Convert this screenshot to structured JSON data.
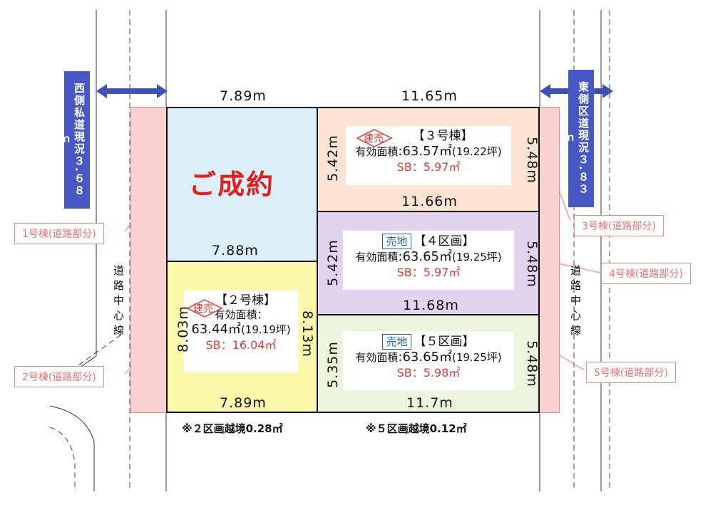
{
  "labels": {
    "west_road": "西側私道現況３.６８ｍ",
    "east_road": "東側区道現況３.８３ｍ",
    "center_line_left": "道路中心線",
    "center_line_right": "道路中心線"
  },
  "lot1": {
    "sold_text": "ご成約",
    "top_dim": "7.89m",
    "bottom_dim": "7.88m"
  },
  "lot2": {
    "badge": "建売",
    "title": "【２号棟】",
    "area_label": "有効面積：",
    "area_value": "63.44㎡",
    "area_tsubo": "(19.19坪)",
    "sb": "SB：16.04㎡",
    "left_dim": "8.03m",
    "right_dim": "8.13m",
    "bottom_dim": "7.89m"
  },
  "lot3": {
    "badge": "建売",
    "title": "【３号棟】",
    "area_label": "有効面積",
    "area_value": ":63.57㎡",
    "area_tsubo": "(19.22坪)",
    "sb": "SB：5.97㎡",
    "top_dim": "11.65m",
    "left_dim": "5.42m",
    "right_dim": "5.48m",
    "bottom_dim": "11.66m"
  },
  "lot4": {
    "badge": "売地",
    "title": "【４区画】",
    "area_label": "有効面積",
    "area_value": ":63.65㎡",
    "area_tsubo": "(19.25坪)",
    "sb": "SB：5.97㎡",
    "left_dim": "5.42m",
    "right_dim": "5.48m",
    "bottom_dim": "11.68m"
  },
  "lot5": {
    "badge": "売地",
    "title": "【５区画】",
    "area_label": "有効面積",
    "area_value": ":63.65㎡",
    "area_tsubo": "(19.25坪)",
    "sb": "SB：5.98㎡",
    "left_dim": "5.35m",
    "right_dim": "5.48m",
    "bottom_dim": "11.7m"
  },
  "callouts": {
    "c1": "1号棟(道路部分)",
    "c2": "2号棟(道路部分)",
    "c3": "3号棟(道路部分)",
    "c4": "4号棟(道路部分)",
    "c5": "5号棟(道路部分)"
  },
  "notes": {
    "n2": "※２区画越境0.28㎡",
    "n5": "※５区画越境0.12㎡"
  },
  "colors": {
    "lot1": "#dbeff8",
    "lot2": "#fbf8ac",
    "lot3": "#fde3d2",
    "lot4": "#e3d3ef",
    "lot5": "#eaf5dc",
    "road_part": "#f8d0d0",
    "label_bg": "#4758c4"
  }
}
